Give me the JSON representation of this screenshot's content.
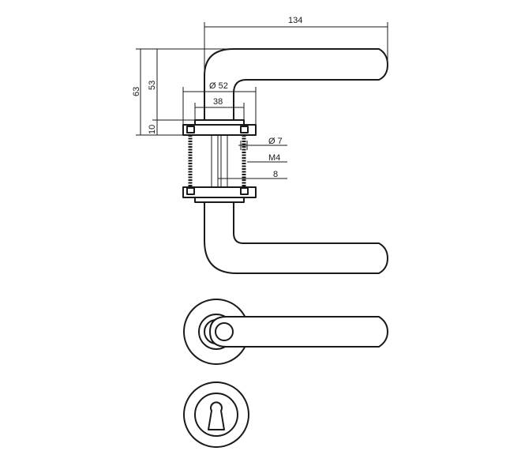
{
  "dimensions": {
    "overall_length": "134",
    "rose_diameter": "Ø 52",
    "inner_width": "38",
    "height_total": "63",
    "height_handle": "53",
    "rose_thickness": "10",
    "screw_diameter": "Ø 7",
    "thread": "M4",
    "screw_spacing": "8"
  }
}
